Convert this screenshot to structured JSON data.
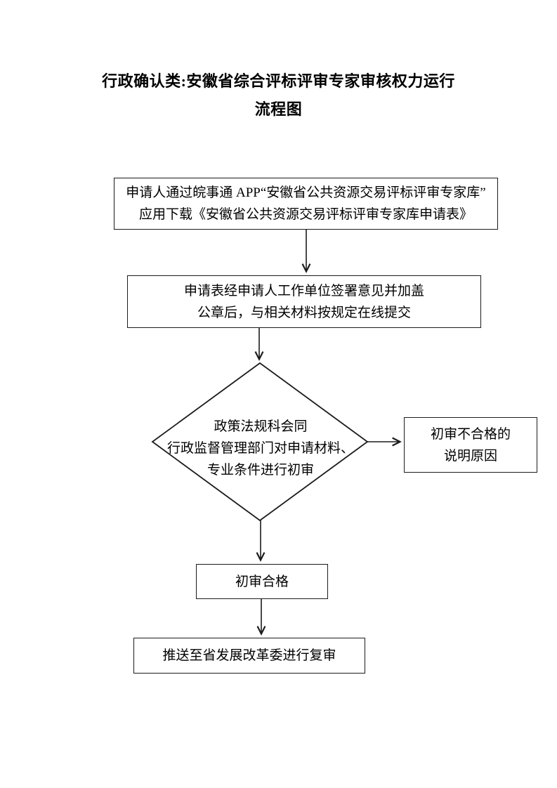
{
  "page": {
    "title_line1": "行政确认类:安徽省综合评标评审专家审核权力运行",
    "title_line2": "流程图"
  },
  "flowchart": {
    "nodes": {
      "download": {
        "line1": "申请人通过皖事通 APP“安徽省公共资源交易评标评审专家库”",
        "line2": "应用下载《安徽省公共资源交易评标评审专家库申请表》"
      },
      "submit": {
        "line1": "申请表经申请人工作单位签署意见并加盖",
        "line2": "公章后，与相关材料按规定在线提交"
      },
      "initial_review": {
        "line1": "政策法规科会同",
        "line2": "行政监督管理部门对申请材料、",
        "line3": "专业条件进行初审"
      },
      "fail": {
        "line1": "初审不合格的",
        "line2": "说明原因"
      },
      "pass": {
        "label": "初审合格"
      },
      "forward": {
        "label": "推送至省发展改革委进行复审"
      }
    },
    "style": {
      "stroke_color": "#1b1b1b",
      "text_color": "#000000",
      "background_color": "#ffffff"
    }
  }
}
